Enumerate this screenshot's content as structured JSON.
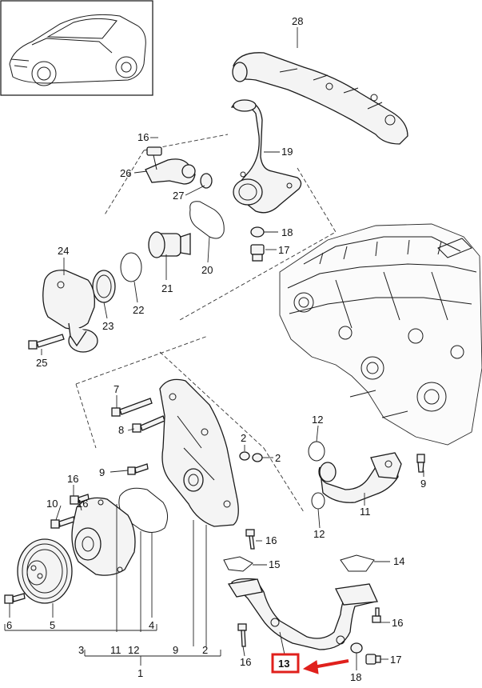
{
  "callouts": {
    "c28": "28",
    "c16a": "16",
    "c19": "19",
    "c26": "26",
    "c27": "27",
    "c18a": "18",
    "c17a": "17",
    "c20": "20",
    "c24": "24",
    "c21": "21",
    "c22": "22",
    "c23": "23",
    "c25": "25",
    "c7": "7",
    "c8": "8",
    "c9a": "9",
    "c2a": "2",
    "c2b": "2",
    "c12a": "12",
    "c9b": "9",
    "c16b": "16",
    "c10": "10",
    "c16c": "16",
    "c11a": "11",
    "c12b": "12",
    "c16d": "16",
    "c15": "15",
    "c14": "14",
    "c16e": "16",
    "c17b": "17",
    "c18b": "18",
    "c16f": "16",
    "c13": "13"
  },
  "bottom_scale": {
    "row1": [
      "6",
      "5",
      "4"
    ],
    "row2": [
      "3",
      "11",
      "12",
      "9",
      "2"
    ],
    "total": "1"
  },
  "highlight": {
    "part_number": "13",
    "color": "#e0201c"
  },
  "icons": [
    "car-thumbnail",
    "engine-block",
    "red-arrow"
  ]
}
